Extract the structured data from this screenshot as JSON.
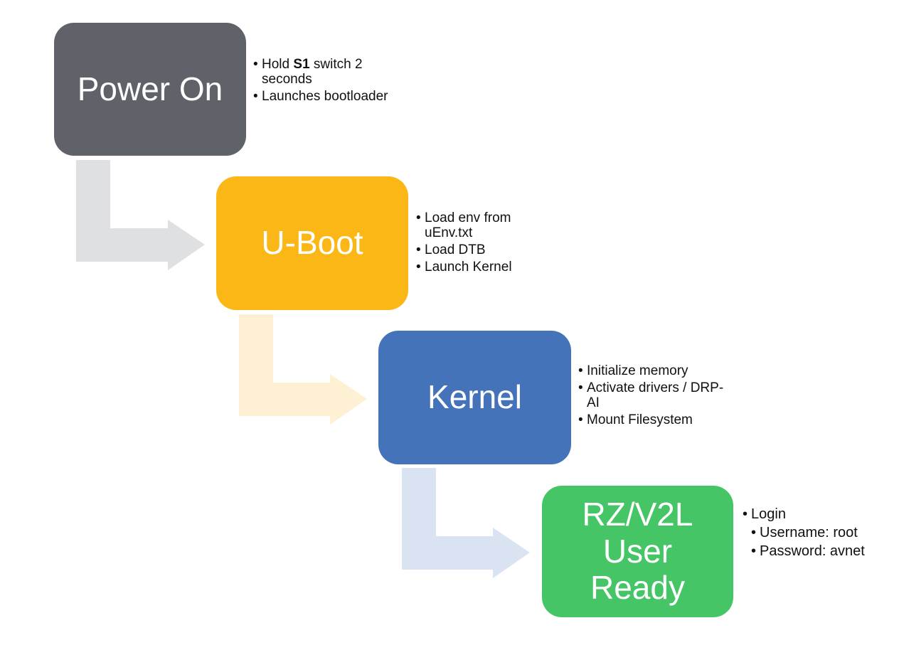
{
  "colors": {
    "power_on": "#5f6269",
    "u_boot": "#fbb715",
    "kernel": "#4473b9",
    "user_ready": "#45c566",
    "arrow_1": "#dfe0e2",
    "arrow_2": "#fef0d2",
    "arrow_3": "#d9e3f1"
  },
  "stages": [
    {
      "title": "Power On",
      "bullets": [
        {
          "prefix": "Hold ",
          "bold": "S1",
          "suffix": " switch 2 seconds"
        },
        {
          "text": "Launches bootloader"
        }
      ]
    },
    {
      "title": "U-Boot",
      "bullets": [
        {
          "text": "Load env from uEnv.txt"
        },
        {
          "text": "Load DTB"
        },
        {
          "text": "Launch Kernel"
        }
      ]
    },
    {
      "title": "Kernel",
      "bullets": [
        {
          "text": "Initialize memory"
        },
        {
          "text": "Activate drivers / DRP-AI"
        },
        {
          "text": "Mount Filesystem"
        }
      ]
    },
    {
      "title": "RZ/V2L\nUser\nReady",
      "bullets": [
        {
          "text": "Login"
        },
        {
          "text": "Username: root"
        },
        {
          "text": "Password: avnet"
        }
      ]
    }
  ]
}
